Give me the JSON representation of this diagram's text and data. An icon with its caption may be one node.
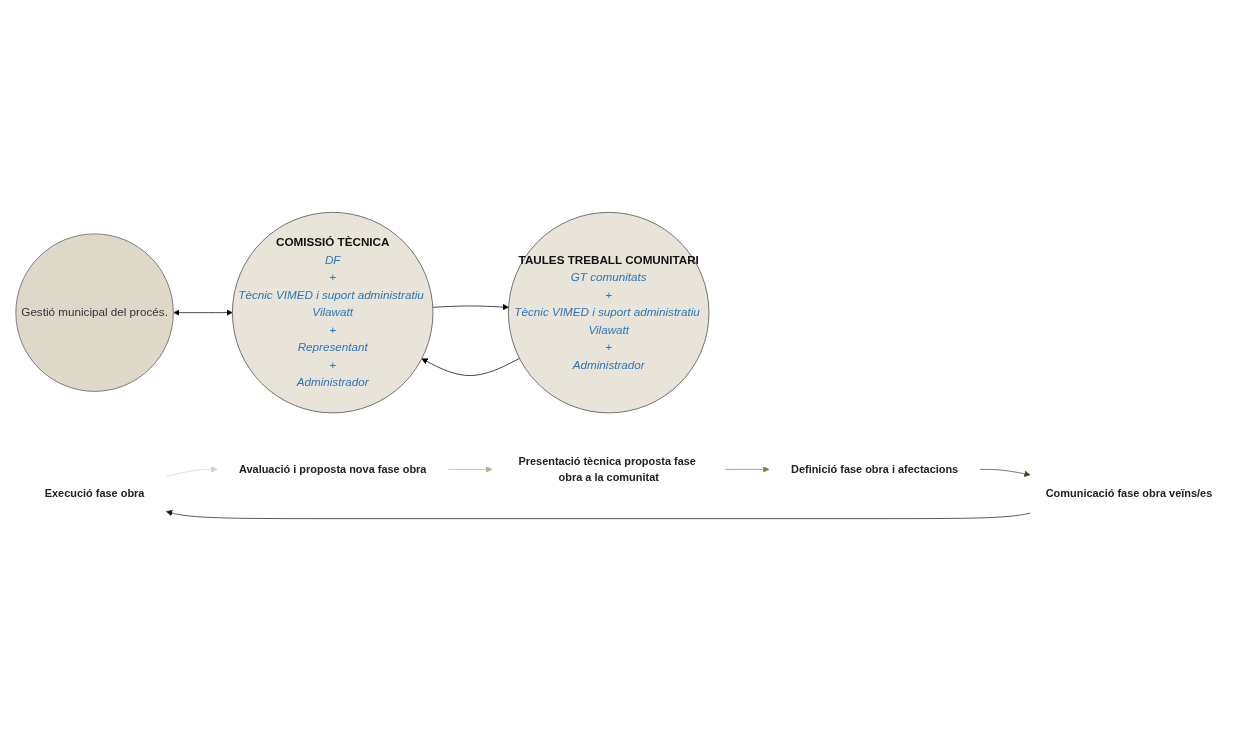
{
  "diagram": {
    "nodes": [
      {
        "text": [
          "Execució fase obra"
        ]
      },
      {
        "text": [
          "Avaluació i proposta nova fase obra"
        ]
      },
      {
        "text": [
          "Gestió municipal del procés."
        ]
      },
      {
        "text": [
          "TAULES TREBALL COMUNITARI",
          "GT comunitats",
          "+",
          "Tècnic VIMED i suport administratiu Vilawatt",
          "+",
          "Administrador"
        ]
      },
      {
        "text": [
          "Comunicació fase obra veïns/es"
        ]
      },
      {
        "text": [
          "Presentació tècnica proposta fase obra a la comunitat"
        ]
      },
      {
        "text": [
          "COMISSIÓ TÈCNICA",
          "DF",
          "+",
          "Tècnic VIMED i suport administratiu Vilawatt",
          "+",
          "Representant",
          "+",
          "Administrador"
        ]
      },
      {
        "text": [
          "Definició fase obra i afectacions"
        ]
      }
    ],
    "edges": [
      {
        "from": 0,
        "to": 1,
        "arrow": "to",
        "color": "#d6d1bd"
      },
      {
        "from": 1,
        "to": 5,
        "arrow": "to",
        "color": "#b5ac88"
      },
      {
        "from": 5,
        "to": 7,
        "arrow": "to",
        "color": "#8a7d47"
      },
      {
        "from": 7,
        "to": 4,
        "arrow": "to",
        "color": "#4b4429"
      },
      {
        "from": 4,
        "to": 0,
        "arrow": "to",
        "color": "#1f1b12"
      },
      {
        "from": 6,
        "to": 3,
        "arrow": "to"
      },
      {
        "from": 3,
        "to": 6,
        "arrow": "to"
      },
      {
        "from": 2,
        "to": 6,
        "arrow": "both"
      }
    ]
  }
}
